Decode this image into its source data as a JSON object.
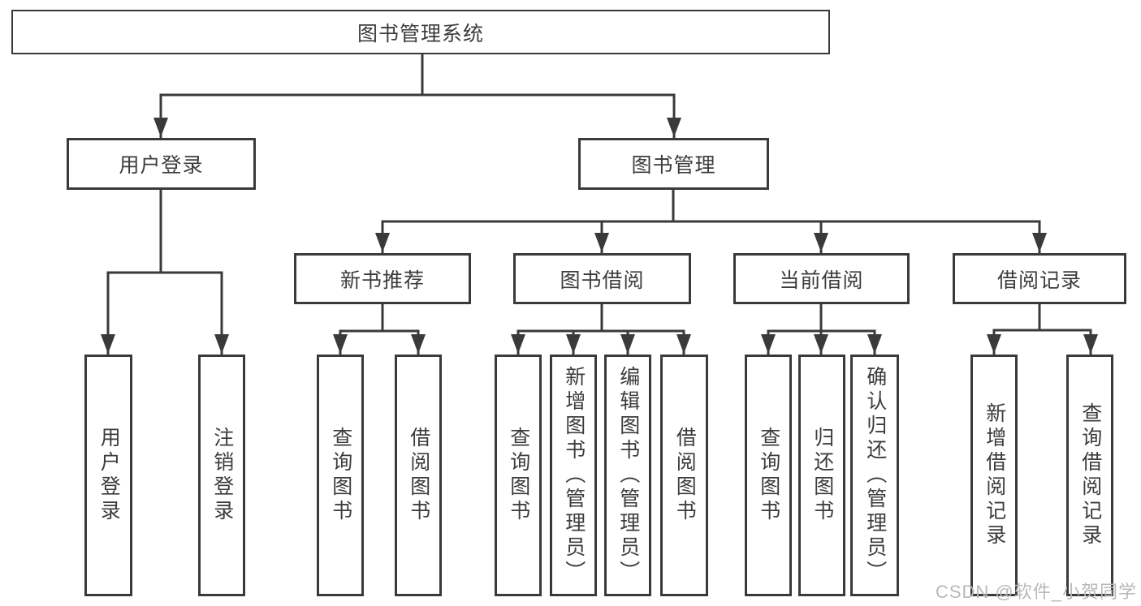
{
  "tree": {
    "label": "图书管理系统",
    "children": [
      {
        "label": "用户登录",
        "children": [
          {
            "label": "用户登录"
          },
          {
            "label": "注销登录"
          }
        ]
      },
      {
        "label": "图书管理",
        "children": [
          {
            "label": "新书推荐",
            "children": [
              {
                "label": "查询图书"
              },
              {
                "label": "借阅图书"
              }
            ]
          },
          {
            "label": "图书借阅",
            "children": [
              {
                "label": "查询图书"
              },
              {
                "label": "新增图书（管理员）"
              },
              {
                "label": "编辑图书（管理员）"
              },
              {
                "label": "借阅图书"
              }
            ]
          },
          {
            "label": "当前借阅",
            "children": [
              {
                "label": "查询图书"
              },
              {
                "label": "归还图书"
              },
              {
                "label": "确认归还（管理员）"
              }
            ]
          },
          {
            "label": "借阅记录",
            "children": [
              {
                "label": "新增借阅记录"
              },
              {
                "label": "查询借阅记录"
              }
            ]
          }
        ]
      }
    ]
  },
  "watermark": {
    "text": "CSDN @软件_小贺同学"
  },
  "colors": {
    "line": "#3a3a3a",
    "box_border": "#3a3a3a",
    "text": "#3c3c3c",
    "watermark": "#b9b9b9",
    "background": "#ffffff"
  }
}
